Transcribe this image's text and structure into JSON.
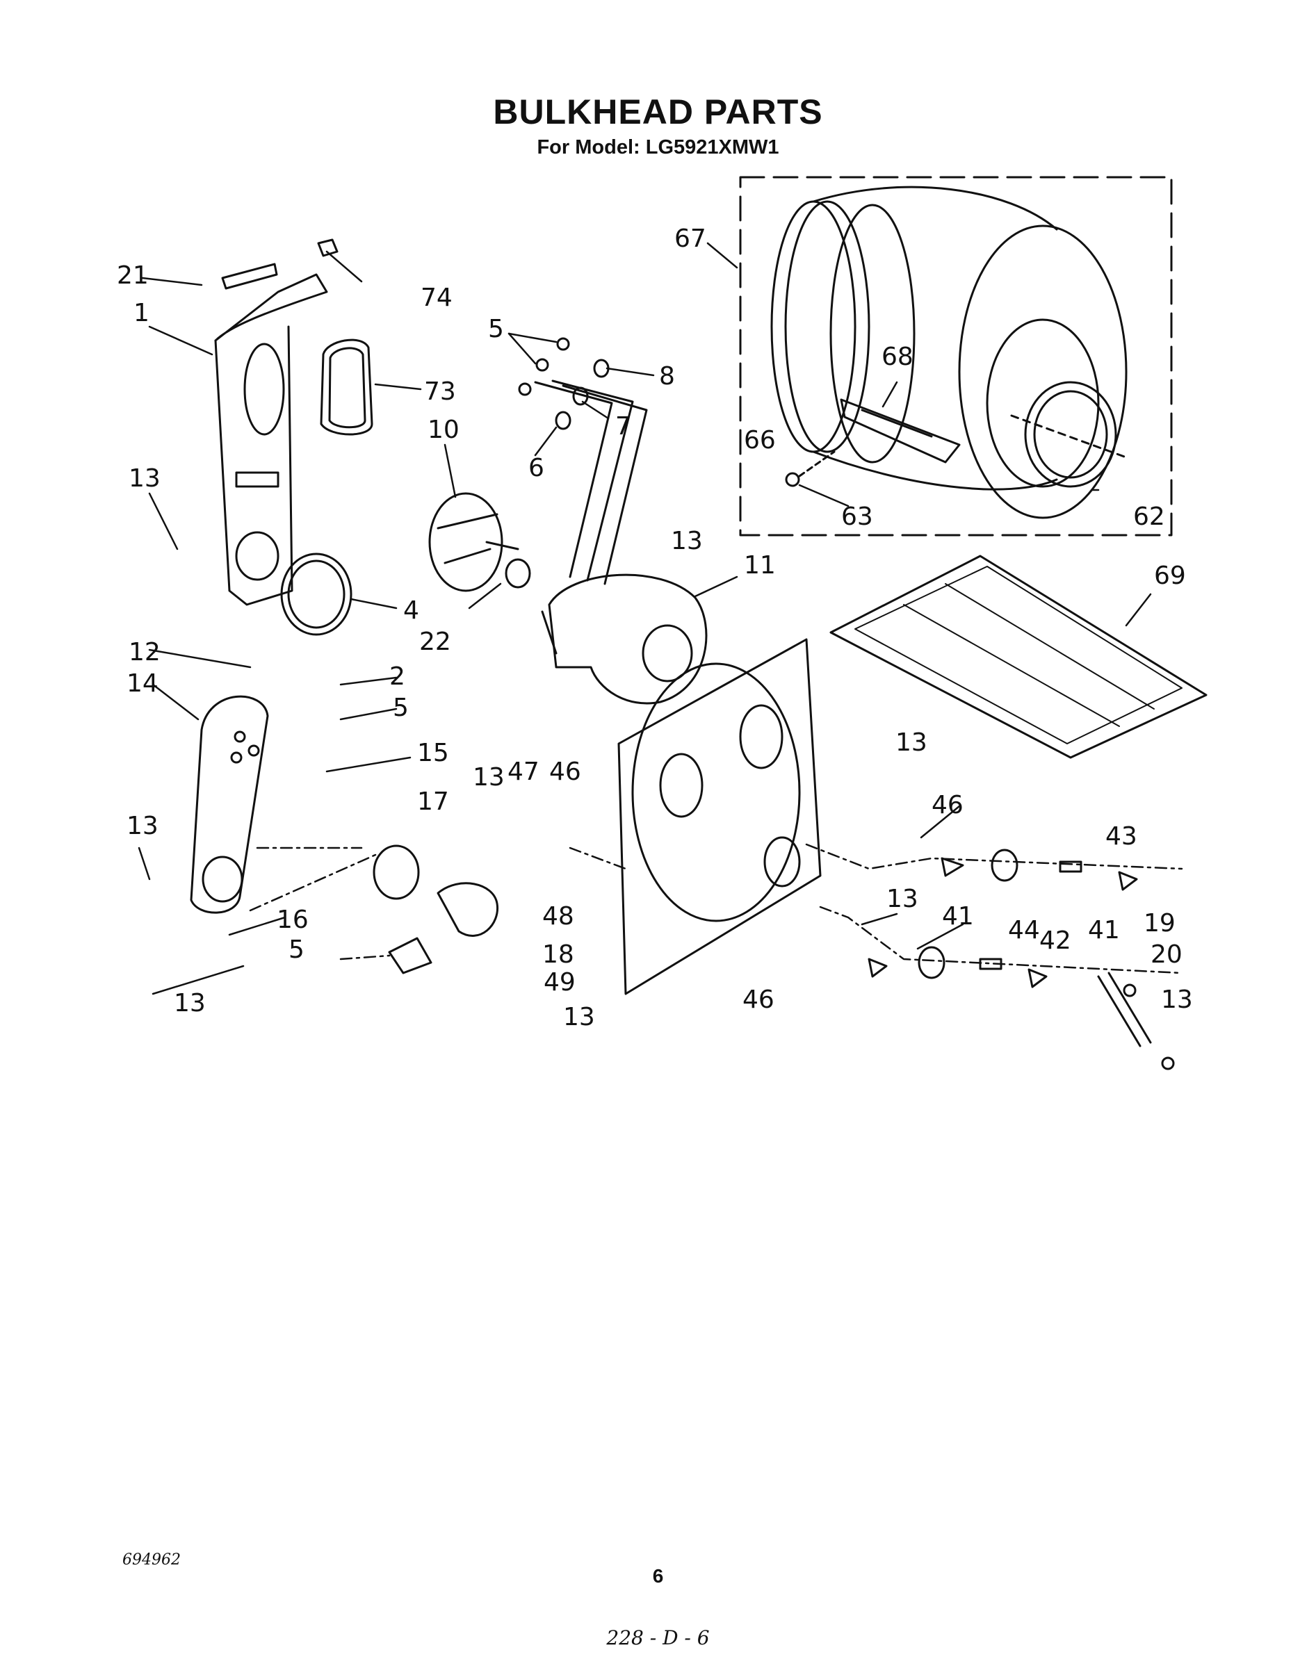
{
  "header": {
    "title": "BULKHEAD PARTS",
    "subtitle": "For Model: LG5921XMW1"
  },
  "callouts": {
    "c1": "1",
    "c2": "2",
    "c4": "4",
    "c5a": "5",
    "c5b": "5",
    "c5c": "5",
    "c6": "6",
    "c7": "7",
    "c8": "8",
    "c10": "10",
    "c11": "11",
    "c12": "12",
    "c13a": "13",
    "c13b": "13",
    "c13c": "13",
    "c13d": "13",
    "c13e": "13",
    "c13f": "13",
    "c13g": "13",
    "c13h": "13",
    "c13i": "13",
    "c14": "14",
    "c15": "15",
    "c16": "16",
    "c17": "17",
    "c18": "18",
    "c19": "19",
    "c20": "20",
    "c21": "21",
    "c22": "22",
    "c41a": "41",
    "c41b": "41",
    "c42": "42",
    "c43": "43",
    "c44": "44",
    "c46a": "46",
    "c46b": "46",
    "c46c": "46",
    "c47": "47",
    "c48": "48",
    "c49": "49",
    "c62": "62",
    "c63": "63",
    "c66": "66",
    "c67": "67",
    "c68": "68",
    "c69": "69",
    "c73": "73",
    "c74": "74"
  },
  "footer": {
    "doc_number": "694962",
    "page_number": "6",
    "handwritten_ref": "228 - D - 6"
  }
}
